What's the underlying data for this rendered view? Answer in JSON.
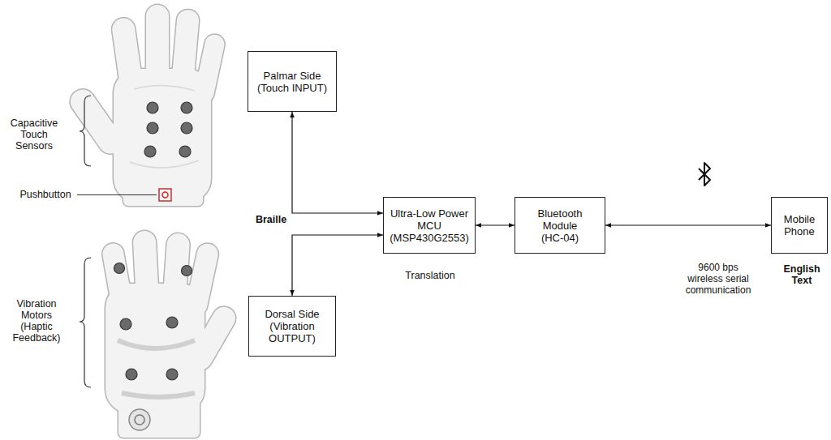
{
  "diagram": {
    "nodes": [
      {
        "text": [
          "Palmar Side (Touch INPUT)"
        ]
      },
      {
        "text": [
          "Ultra-Low Power MCU (MSP430G2553)"
        ]
      },
      {
        "text": [
          "Bluetooth Module (HC-04)"
        ]
      },
      {
        "text": [
          "Mobile Phone"
        ]
      },
      {
        "text": [
          "Dorsal Side (Vibration OUTPUT)"
        ]
      }
    ],
    "edges": [
      {
        "from": 0,
        "to": 1,
        "arrow": "both"
      },
      {
        "from": 1,
        "to": 4,
        "arrow": "both"
      },
      {
        "from": 1,
        "to": 2,
        "arrow": "both"
      },
      {
        "from": 2,
        "to": 3,
        "label": "9600 bps wireless serial communication",
        "arrow": "both"
      }
    ],
    "labels": [
      "Capacitive Touch Sensors",
      "Pushbutton",
      "Vibration Motors (Haptic Feedback)",
      "Braille",
      "Translation",
      "English Text"
    ]
  }
}
